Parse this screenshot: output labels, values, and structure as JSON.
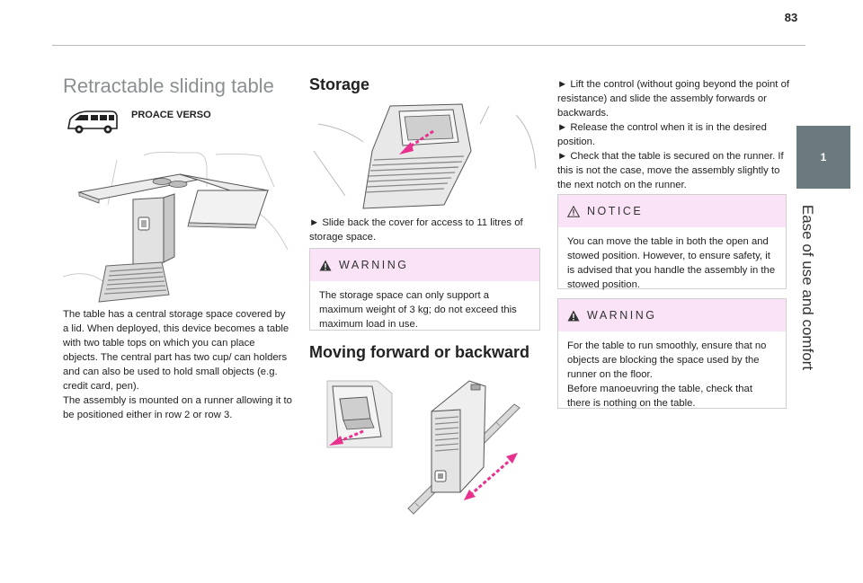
{
  "page": {
    "number": "83"
  },
  "side_tab": {
    "number": "1",
    "title": "Ease of use and comfort"
  },
  "col1": {
    "title": "Retractable sliding table",
    "model": "PROACE VERSO",
    "text": "The table has a central storage space covered by a lid. When deployed, this device becomes a table with two table tops on which you can place objects. The central part has two cup/ can holders and can also be used to hold small objects (e.g. credit card, pen).\nThe assembly is mounted on a runner allowing it to be positioned either in row 2 or row 3."
  },
  "storage": {
    "title": "Storage",
    "text": "►  Slide back the cover for access to 11 litres of storage space.",
    "warning": {
      "label": "WARNING",
      "text": "The storage space can only support a maximum weight of 3 kg; do not exceed this maximum load in use."
    }
  },
  "moving": {
    "title": "Moving forward or backward"
  },
  "col3": {
    "text": "►  Lift the control (without going beyond the point of resistance) and slide the assembly forwards or backwards.\n►  Release the control when it is in the desired position.\n►  Check that the table is secured on the runner. If this is not the case, move the assembly slightly to the next notch on the runner.",
    "notice": {
      "label": "NOTICE",
      "text": "You can move the table in both the open and stowed position. However, to ensure safety, it is advised that you handle the assembly in the stowed position."
    },
    "warning": {
      "label": "WARNING",
      "text": "For the table to run smoothly, ensure that no objects are blocking the space used by the runner on the floor.\nBefore manoeuvring the table, check that there is nothing on the table."
    }
  },
  "colors": {
    "side_tab": "#6b7a7e",
    "box_header": "#fae3f6",
    "arrow": "#e8308f"
  }
}
